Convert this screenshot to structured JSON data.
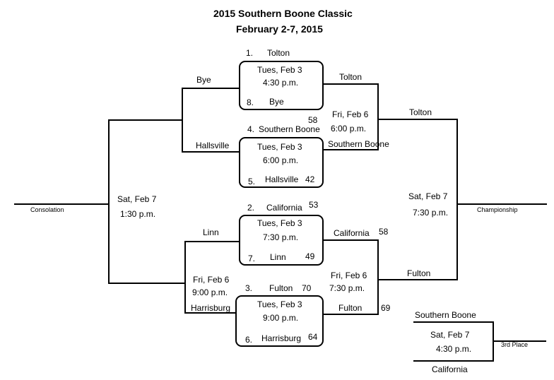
{
  "title": "2015 Southern Boone Classic",
  "subtitle": "February 2-7, 2015",
  "games": {
    "g1": {
      "top_seed": "1.",
      "top_team": "Tolton",
      "day": "Tues, Feb 3",
      "time": "4:30 p.m.",
      "bottom_seed": "8.",
      "bottom_team": "Bye",
      "top_score": "",
      "bottom_score": "",
      "top_entry_label": "Bye",
      "winner": "Tolton"
    },
    "g2": {
      "top_seed": "4.",
      "top_team": "Southern Boone",
      "top_score": "58",
      "day": "Tues, Feb 3",
      "time": "6:00 p.m.",
      "bottom_seed": "5.",
      "bottom_team": "Hallsville",
      "bottom_score": "42",
      "entry_label": "Hallsville",
      "winner": "Southern Boone"
    },
    "g3": {
      "top_seed": "2.",
      "top_team": "California",
      "top_score": "53",
      "day": "Tues, Feb 3",
      "time": "7:30 p.m.",
      "bottom_seed": "7.",
      "bottom_team": "Linn",
      "bottom_score": "49",
      "entry_label": "Linn",
      "winner": "California",
      "winner_score": "58"
    },
    "g4": {
      "top_seed": "3.",
      "top_team": "Fulton",
      "top_score": "70",
      "day": "Tues, Feb 3",
      "time": "9:00 p.m.",
      "bottom_seed": "6.",
      "bottom_team": "Harrisburg",
      "bottom_score": "64",
      "entry_label": "Harrisburg",
      "winner": "Fulton",
      "winner_score": "69"
    },
    "semi_top": {
      "day": "Fri, Feb 6",
      "time": "6:00 p.m.",
      "winner": "Tolton"
    },
    "semi_bottom": {
      "day": "Fri, Feb 6",
      "time": "7:30 p.m.",
      "winner": "Fulton"
    },
    "consolation_semi": {
      "day": "Fri, Feb 6",
      "time": "9:00 p.m."
    },
    "consolation": {
      "day": "Sat, Feb 7",
      "time": "1:30 p.m.",
      "label": "Consolation"
    },
    "championship": {
      "day": "Sat, Feb 7",
      "time": "7:30 p.m.",
      "label": "Championship"
    },
    "third_place": {
      "top_team": "Southern Boone",
      "bottom_team": "California",
      "day": "Sat, Feb 7",
      "time": "4:30 p.m.",
      "label": "3rd Place"
    }
  }
}
